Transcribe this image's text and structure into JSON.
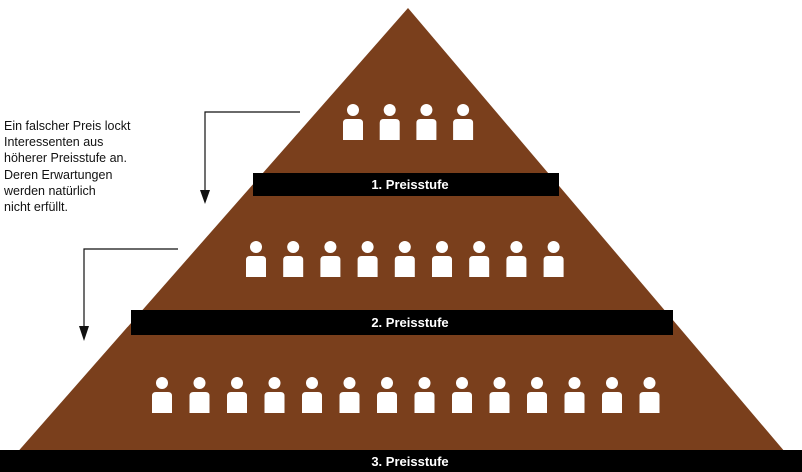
{
  "colors": {
    "pyramid_fill": "#7a3f1c",
    "band_fill": "#000000",
    "person_fill": "#ffffff",
    "arrow_stroke": "#111111"
  },
  "annotation": {
    "lines": [
      "Ein falscher Preis lockt",
      "Interessenten aus",
      "höherer Preisstufe an.",
      "Deren Erwartungen",
      "werden natürlich",
      "nicht erfüllt."
    ]
  },
  "tiers": [
    {
      "label": "1. Preisstufe",
      "person_count": 4
    },
    {
      "label": "2. Preisstufe",
      "person_count": 9
    },
    {
      "label": "3. Preisstufe",
      "person_count": 14
    }
  ],
  "icons": {
    "person": "person-icon",
    "arrow": "arrow-down-icon"
  }
}
